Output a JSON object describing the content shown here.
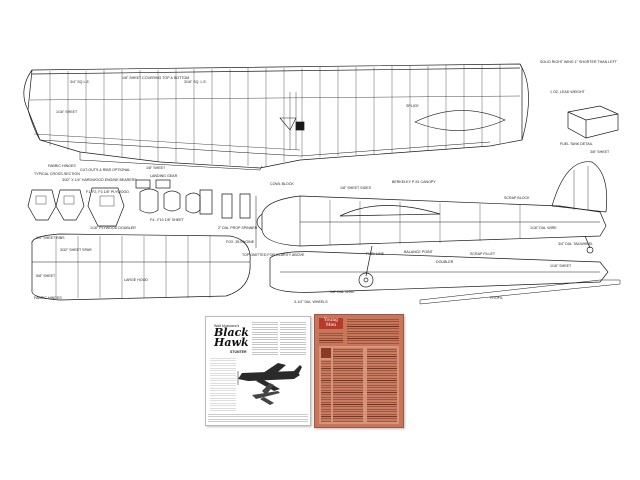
{
  "plan_labels": {
    "l1": "3/4\" SQ L.E.",
    "l2": "1/8\" SHEET COVERING TOP & BOTTOM",
    "l3": "3/16\" SQ. L.E.",
    "l4": "1/16\" SHEET",
    "l5": "SOLID RIGHT WING 1\" SHORTER THAN LEFT",
    "l6": "1 OZ. LEAD WEIGHT",
    "l7": "SPLICE",
    "l8": "FUEL TANK DETAIL",
    "l9": "TYPICAL CROSS-SECTION",
    "l10": "FABRIC HINGES",
    "l11": "CUT-OUTS & RIBS OPTIONAL",
    "l12": "3/32\" X 1/4\" HARDWOOD ENGINE BEARERS",
    "l13": "1/16\" PLYWOOD DOUBLER",
    "l14": "F1, F2, F3 1/8\" PLYWOOD",
    "l15": "F4 - F10 1/8\" SHEET",
    "l16": "LANDING GEAR",
    "l17": "COWL BLOCK",
    "l18": "2\" DIA. PROP SPINNER",
    "l19": "FOX .35 ENGINE",
    "l20": "TOP OMITTED FOR CLARITY ABOVE",
    "l21": "1/8\" SHEET SIDES",
    "l22": "BERKELEY P-51 CANOPY",
    "l23": "SCRAP BLOCK",
    "l24": "3/8\" SHEET",
    "l25": "1/16\" DIA. WIRE",
    "l26": "3/4\" DIA. TAILWHEEL",
    "l27": "BALANCE POINT",
    "l28": "FUEL LINE",
    "l29": "SCRAP FILLET",
    "l30": "DOUBLER",
    "l31": "1/8\" DIA. WIRE",
    "l32": "LARGE HOOD",
    "l33": "FABRIC HINGES",
    "l34": "3/32\" SHEET SPAR",
    "l35": "1/4\" SHEET RIBS",
    "l36": "5/8\" SHEET",
    "l37": "1/8\" SHEET",
    "l38": "3-1/2\" DIA. WHEELS",
    "l39": "1/16\" SHEET",
    "l40": "PROFIL"
  },
  "article": {
    "author": "Walt Musciano's",
    "title_line1": "Black",
    "title_line2": "Hawk",
    "subtitle": "STUNTER"
  },
  "magazine": {
    "name_line1": "Young",
    "name_line2": "Men"
  },
  "colors": {
    "plan_ink": "#1a1a1a",
    "magazine_cover": "#c8755a",
    "magazine_banner": "#b83a2a"
  }
}
